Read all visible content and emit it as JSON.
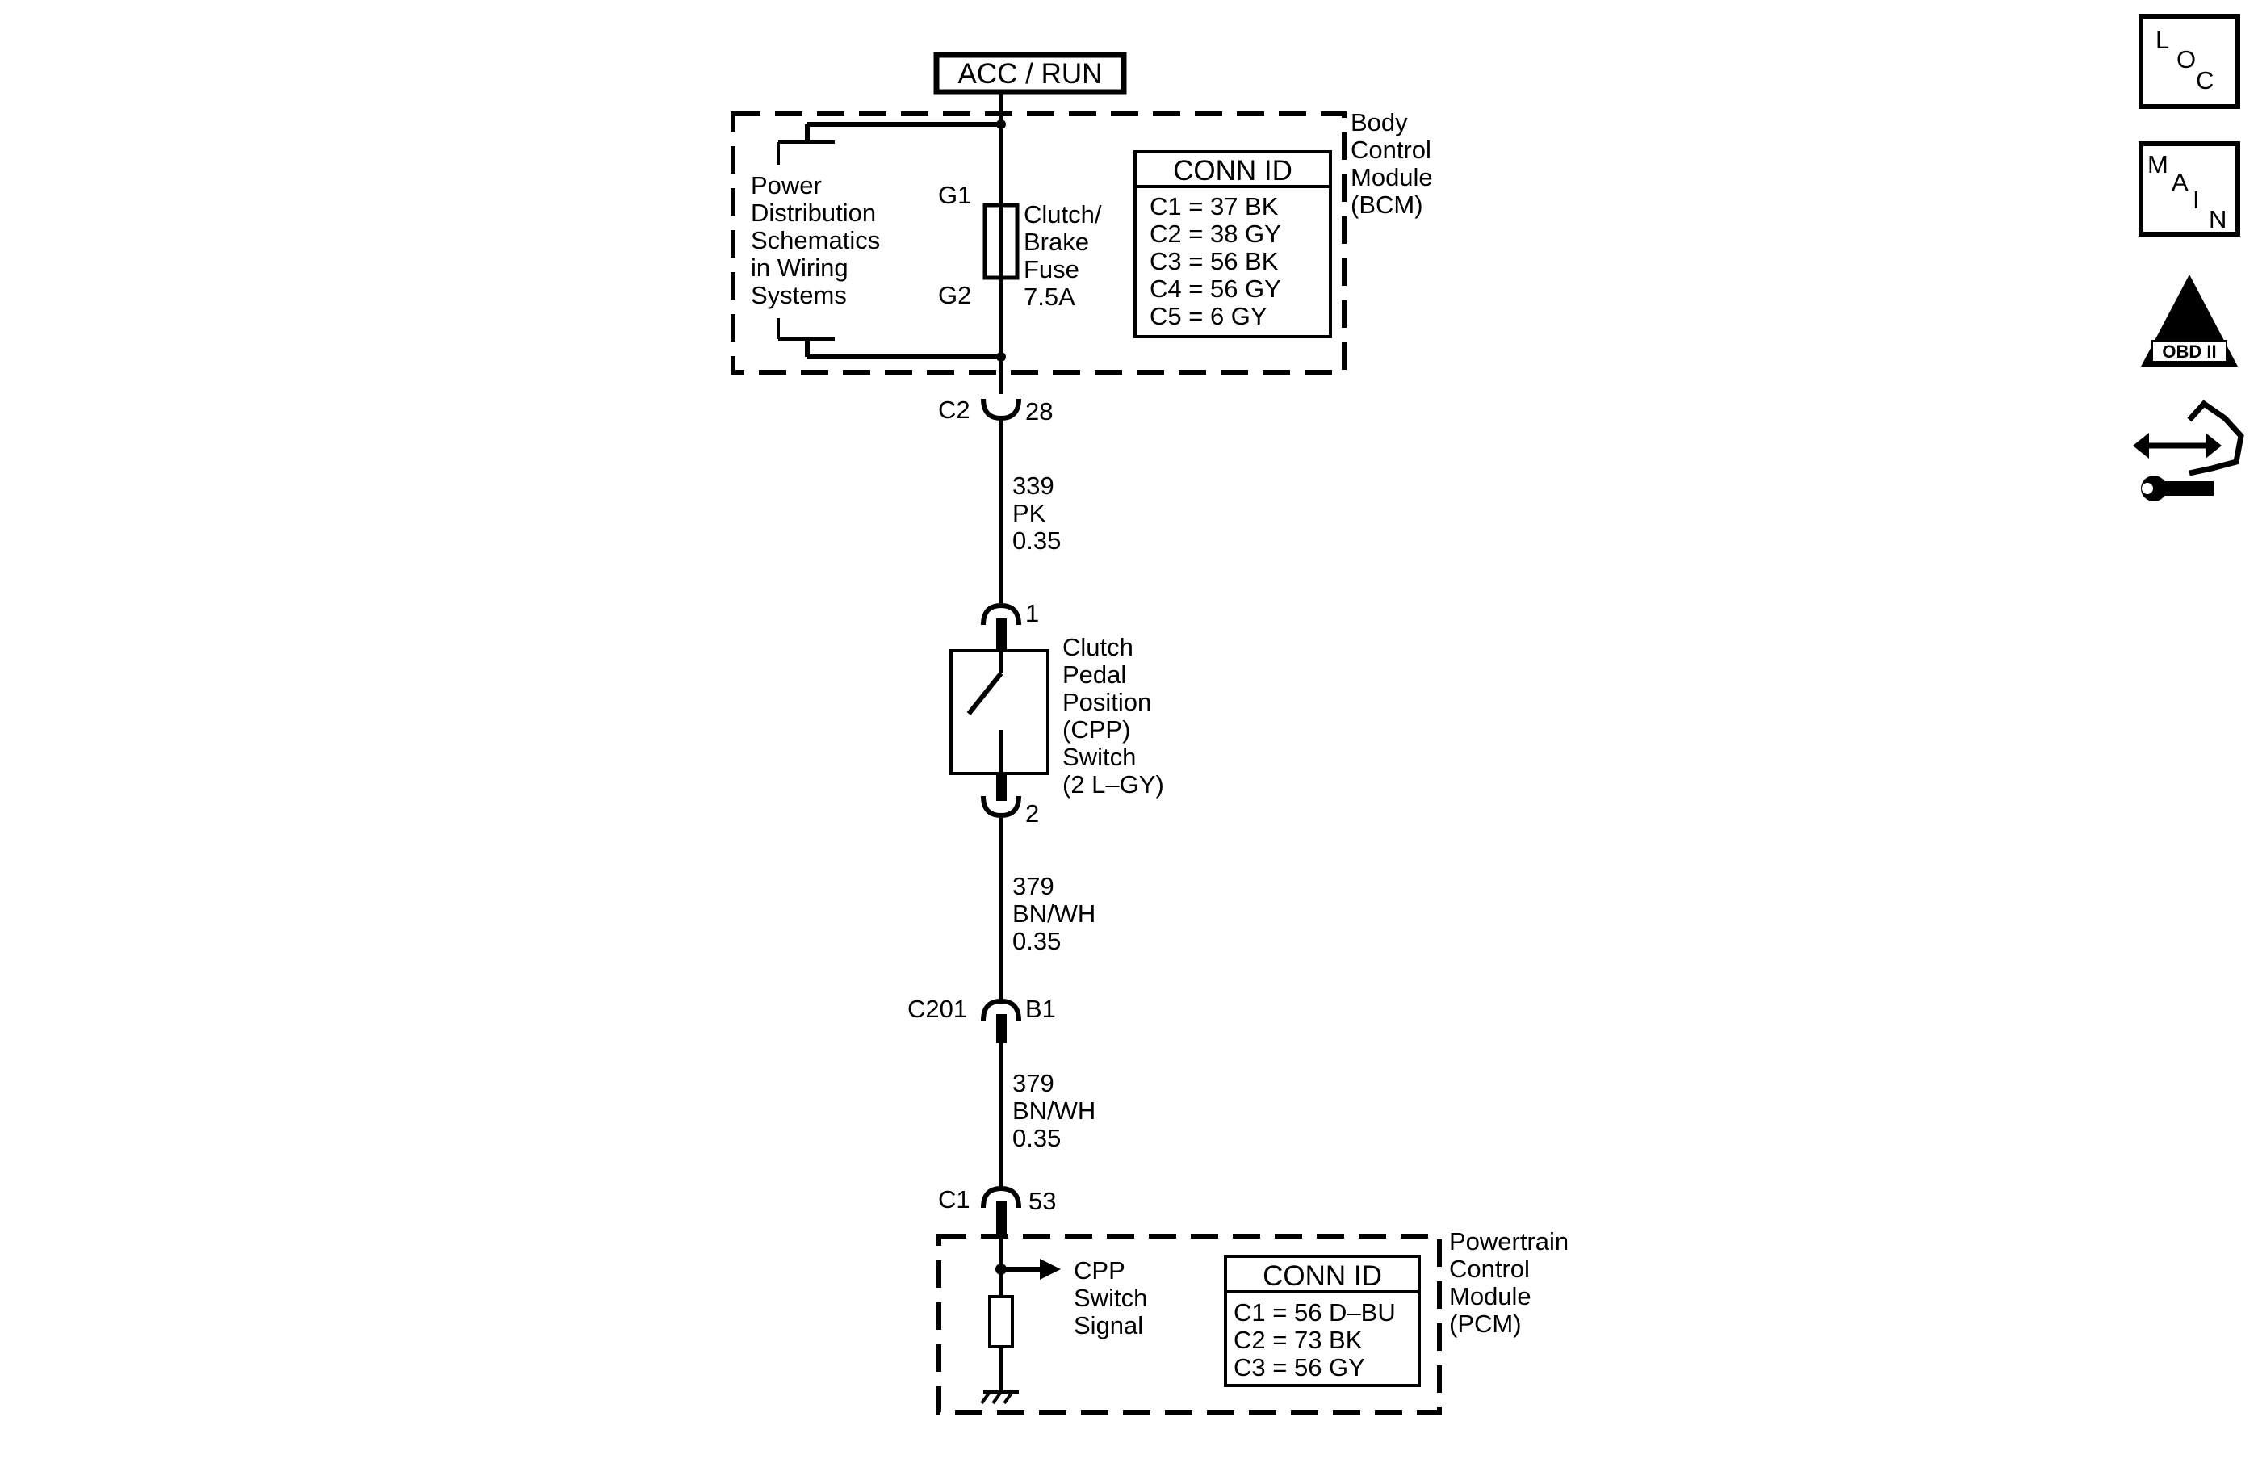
{
  "power_source": "ACC / RUN",
  "bcm": {
    "name_lines": [
      "Body",
      "Control",
      "Module",
      "(BCM)"
    ],
    "power_dist_lines": [
      "Power",
      "Distribution",
      "Schematics",
      "in Wiring",
      "Systems"
    ],
    "fuse_in": "G1",
    "fuse_out": "G2",
    "fuse_lines": [
      "Clutch/",
      "Brake",
      "Fuse",
      "7.5A"
    ],
    "conn_title": "CONN ID",
    "conn_rows": [
      "C1 = 37 BK",
      "C2 = 38 GY",
      "C3 = 56 BK",
      "C4 = 56 GY",
      "C5 = 6 GY"
    ],
    "conn_out": "C2",
    "pin_out": "28"
  },
  "wire1": [
    "339",
    "PK",
    "0.35"
  ],
  "cpp_switch": {
    "pin_top": "1",
    "pin_bottom": "2",
    "label_lines": [
      "Clutch",
      "Pedal",
      "Position",
      "(CPP)",
      "Switch",
      "(2 L–GY)"
    ]
  },
  "wire2": [
    "379",
    "BN/WH",
    "0.35"
  ],
  "inline_connector": {
    "id": "C201",
    "pin": "B1"
  },
  "wire3": [
    "379",
    "BN/WH",
    "0.35"
  ],
  "pcm": {
    "conn_in": "C1",
    "pin_in": "53",
    "signal_lines": [
      "CPP",
      "Switch",
      "Signal"
    ],
    "name_lines": [
      "Powertrain",
      "Control",
      "Module",
      "(PCM)"
    ],
    "conn_title": "CONN ID",
    "conn_rows": [
      "C1 = 56 D–BU",
      "C2 = 73 BK",
      "C3 = 56 GY"
    ]
  },
  "nav": {
    "loc_letters": [
      "L",
      "O",
      "C"
    ],
    "main_letters": [
      "M",
      "A",
      "I",
      "N"
    ],
    "obd_symbol": "II",
    "obd_label": "OBD II"
  }
}
